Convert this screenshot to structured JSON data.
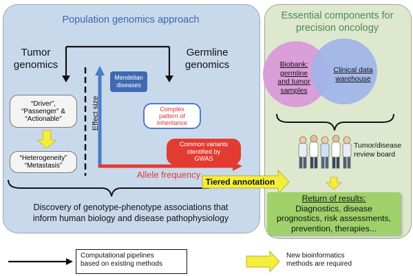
{
  "left_panel": {
    "title": "Population genomics approach",
    "tumor_label_1": "Tumor",
    "tumor_label_2": "genomics",
    "germline_label_1": "Germline",
    "germline_label_2": "genomics",
    "driver_box": [
      "“Driver”,",
      "“Passenger” &",
      "“Actionable”"
    ],
    "heterogeneity_box": [
      "“Heterogeneity”",
      "“Metastasis”"
    ],
    "effect_size_label": "Effect size",
    "allele_frequency_label": "Allele frequency",
    "mendelian_box": [
      "Mendelian",
      "diseases"
    ],
    "complex_box": [
      "Complex",
      "pattern of",
      "inheritance"
    ],
    "common_box": [
      "Common variants",
      "identified by",
      "GWAS"
    ],
    "discovery_text": [
      "Discovery of genotype-phenotype associations that",
      "inform human biology and disease pathophysiology"
    ]
  },
  "right_panel": {
    "title": [
      "Essential components for",
      "precision oncology"
    ],
    "biobank": [
      "Biobank:",
      "germline",
      "and tumor",
      "samples"
    ],
    "warehouse": [
      "Clinical data",
      "warehouse"
    ],
    "review_board": [
      "Tumor/disease",
      "review board"
    ],
    "results": [
      "Return of results:",
      "Diagnostics, disease",
      "prognostics, risk assessments,",
      "prevention, therapies..."
    ]
  },
  "tiered_annotation": "Tiered annotation",
  "legend": {
    "black_arrow": [
      "Computational pipelines",
      "based on existing methods"
    ],
    "yellow_arrow": [
      "New bioinformatics",
      "methods are required"
    ]
  },
  "colors": {
    "left_panel_bg": "#c9d9ec",
    "right_panel_bg": "#dde8cf",
    "blue_axis": "#4a7cc4",
    "red_axis": "#e23b32",
    "yellow_arrow": "#f3ee3c",
    "results_green": "#9fd16a",
    "biobank_pink": "#d99ad8",
    "warehouse_blue": "#9db4ea"
  }
}
